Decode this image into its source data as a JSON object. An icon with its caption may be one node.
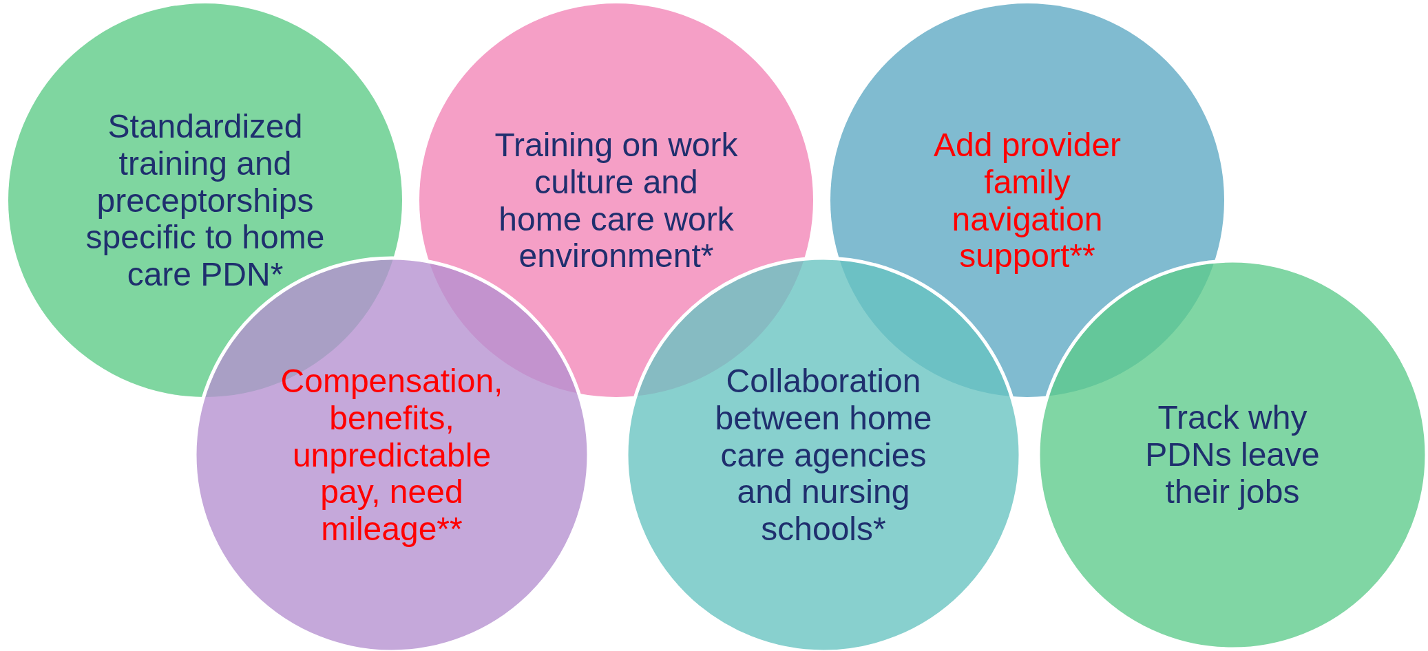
{
  "diagram": {
    "nodes": [
      {
        "text": [
          "Standardized training and preceptorships specific to home care PDN*"
        ]
      },
      {
        "text": [
          "Training on work culture and home care work environment*"
        ]
      },
      {
        "text": [
          "Add provider family navigation support**"
        ]
      },
      {
        "text": [
          "Compensation, benefits, unpredictable pay, need mileage**"
        ]
      },
      {
        "text": [
          "Collaboration between home care agencies and nursing schools*"
        ]
      },
      {
        "text": [
          "Track why PDNs leave their jobs"
        ]
      }
    ]
  }
}
